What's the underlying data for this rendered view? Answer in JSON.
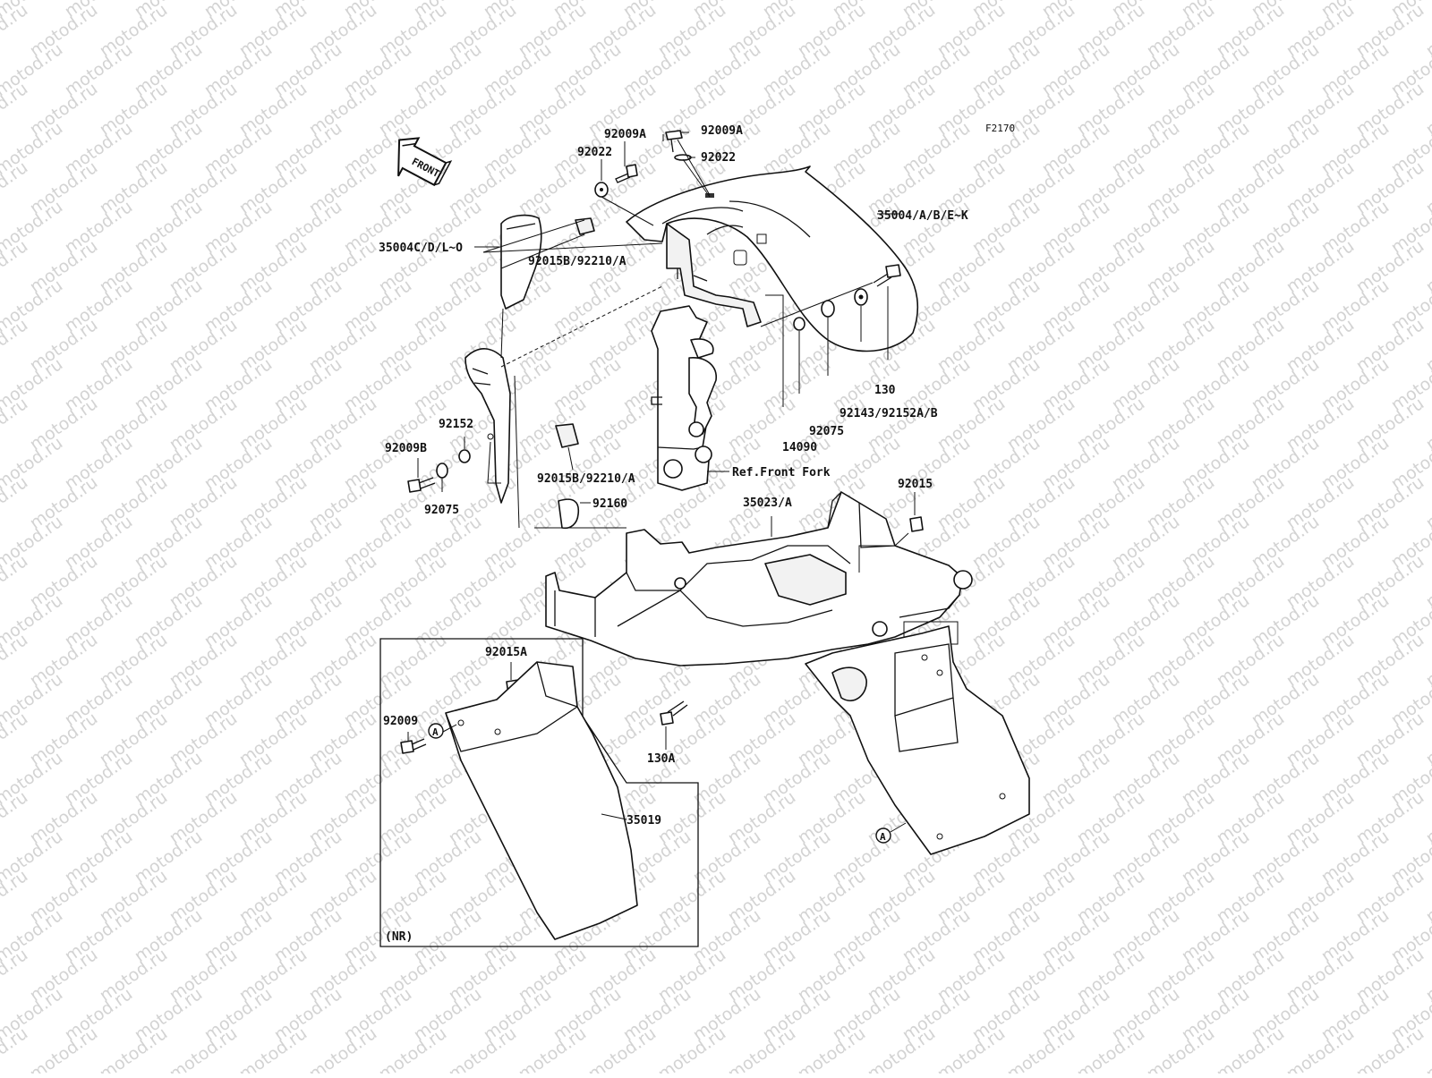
{
  "watermark": {
    "text": "motod.ru"
  },
  "figure_code": "F2170",
  "front_arrow": {
    "label": "FRONT"
  },
  "nr_box": {
    "label": "(NR)"
  },
  "callout_circles": [
    {
      "name": "callout-a-left",
      "letter": "A"
    },
    {
      "name": "callout-a-right",
      "letter": "A"
    }
  ],
  "part_labels": [
    {
      "name": "label-92009a-top",
      "text": "92009A"
    },
    {
      "name": "label-92009a-left",
      "text": "92009A"
    },
    {
      "name": "label-92022-left",
      "text": "92022"
    },
    {
      "name": "label-92022-right",
      "text": "92022"
    },
    {
      "name": "label-35004-abek",
      "text": "35004/A/B/E~K"
    },
    {
      "name": "label-92015b-92210a-top",
      "text": "92015B/92210/A"
    },
    {
      "name": "label-35004c-d-l-o",
      "text": "35004C/D/L~O"
    },
    {
      "name": "label-130",
      "text": "130"
    },
    {
      "name": "label-92143-92152ab",
      "text": "92143/92152A/B"
    },
    {
      "name": "label-92075-right",
      "text": "92075"
    },
    {
      "name": "label-14090",
      "text": "14090"
    },
    {
      "name": "label-92152",
      "text": "92152"
    },
    {
      "name": "label-92009b",
      "text": "92009B"
    },
    {
      "name": "label-92075-left",
      "text": "92075"
    },
    {
      "name": "label-92015b-92210a-bottom",
      "text": "92015B/92210/A"
    },
    {
      "name": "label-ref-front-fork",
      "text": "Ref.Front Fork"
    },
    {
      "name": "label-92160",
      "text": "92160"
    },
    {
      "name": "label-35023-a",
      "text": "35023/A"
    },
    {
      "name": "label-92015",
      "text": "92015"
    },
    {
      "name": "label-92015a",
      "text": "92015A"
    },
    {
      "name": "label-92009",
      "text": "92009"
    },
    {
      "name": "label-130a",
      "text": "130A"
    },
    {
      "name": "label-35019",
      "text": "35019"
    }
  ]
}
